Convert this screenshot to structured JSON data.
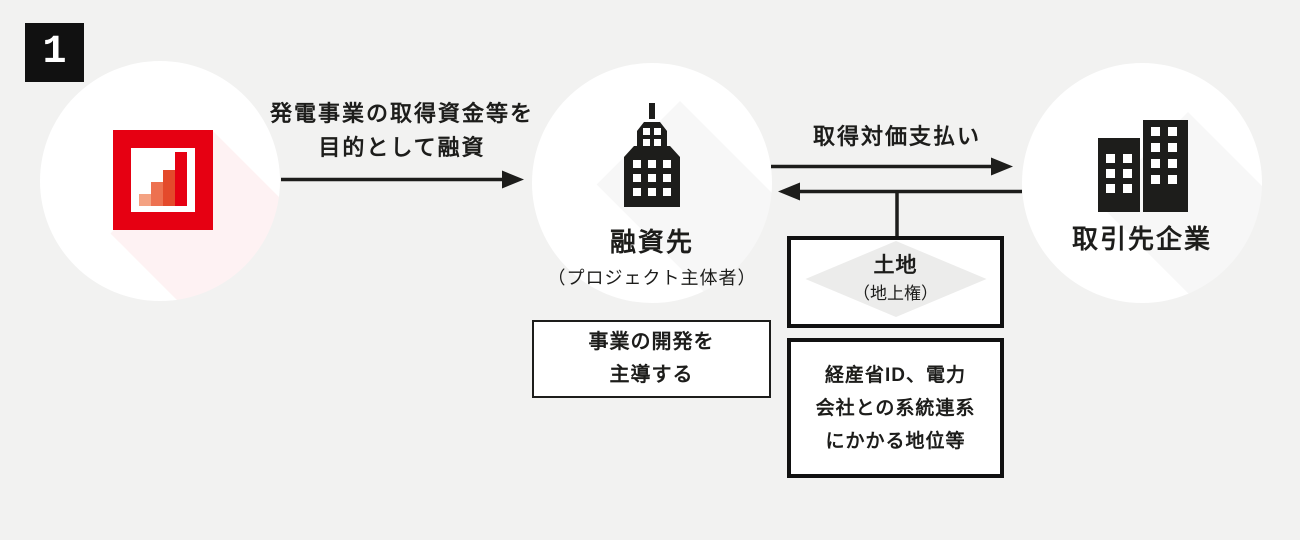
{
  "step_badge": {
    "number": "1"
  },
  "nodes": {
    "bank": {
      "icon": "bar-chart-logo"
    },
    "borrower": {
      "title": "融資先",
      "subtitle": "（プロジェクト主体者）",
      "icon": "skyscraper"
    },
    "counterparty": {
      "title": "取引先企業",
      "icon": "office-buildings"
    }
  },
  "arrows": {
    "loan": {
      "lines": [
        "発電事業の取得資金等を",
        "目的として融資"
      ]
    },
    "payment": {
      "label": "取得対価支払い"
    }
  },
  "boxes": {
    "role": {
      "lines": [
        "事業の開発を",
        "主導する"
      ]
    },
    "land": {
      "title": "土地",
      "subtitle": "（地上権）"
    },
    "rights": {
      "lines": [
        "経産省ID、電力",
        "会社との系統連系",
        "にかかる地位等"
      ]
    }
  },
  "colors": {
    "background": "#f2f2f1",
    "text": "#1d1d1b",
    "accent_red": "#e60012",
    "badge_bg": "#111111",
    "logo_bars": [
      "#f4a282",
      "#ed7150",
      "#e44a2b",
      "#e60012"
    ],
    "icon_black": "#1d1d1b"
  }
}
